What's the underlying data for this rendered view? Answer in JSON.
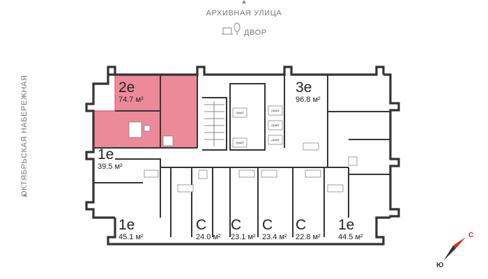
{
  "streets": {
    "top": "АРХИВНАЯ УЛИЦА",
    "left": "ОКТЯБРЬСКАЯ НАБЕРЕЖНАЯ"
  },
  "courtyard": {
    "label": "ДВОР",
    "icon": "playground-tree-icon"
  },
  "lifts": [
    "ЛИФТ",
    "ЛИФТ",
    "ЛИФТ",
    "ЛИФТ",
    "ЛИФТ"
  ],
  "apartments": [
    {
      "type": "2e",
      "area": "74.7 м²",
      "highlighted": true
    },
    {
      "type": "3e",
      "area": "96.8 м²",
      "highlighted": false
    },
    {
      "type": "1e",
      "area": "39.5 м²",
      "highlighted": false
    },
    {
      "type": "1e",
      "area": "45.1 м²",
      "highlighted": false
    },
    {
      "type": "С",
      "area": "24.0 м²",
      "highlighted": false
    },
    {
      "type": "С",
      "area": "23.1 м²",
      "highlighted": false
    },
    {
      "type": "С",
      "area": "23.4 м²",
      "highlighted": false
    },
    {
      "type": "С",
      "area": "22.8 м²",
      "highlighted": false
    },
    {
      "type": "1e",
      "area": "44.5 м²",
      "highlighted": false
    }
  ],
  "compass": {
    "north": "С",
    "south": "Ю",
    "north_color": "#e2231a",
    "south_color": "#333333"
  },
  "colors": {
    "highlight_fill": "#ec8a99",
    "highlight_stroke": "#d9485f",
    "wall": "#333333"
  }
}
